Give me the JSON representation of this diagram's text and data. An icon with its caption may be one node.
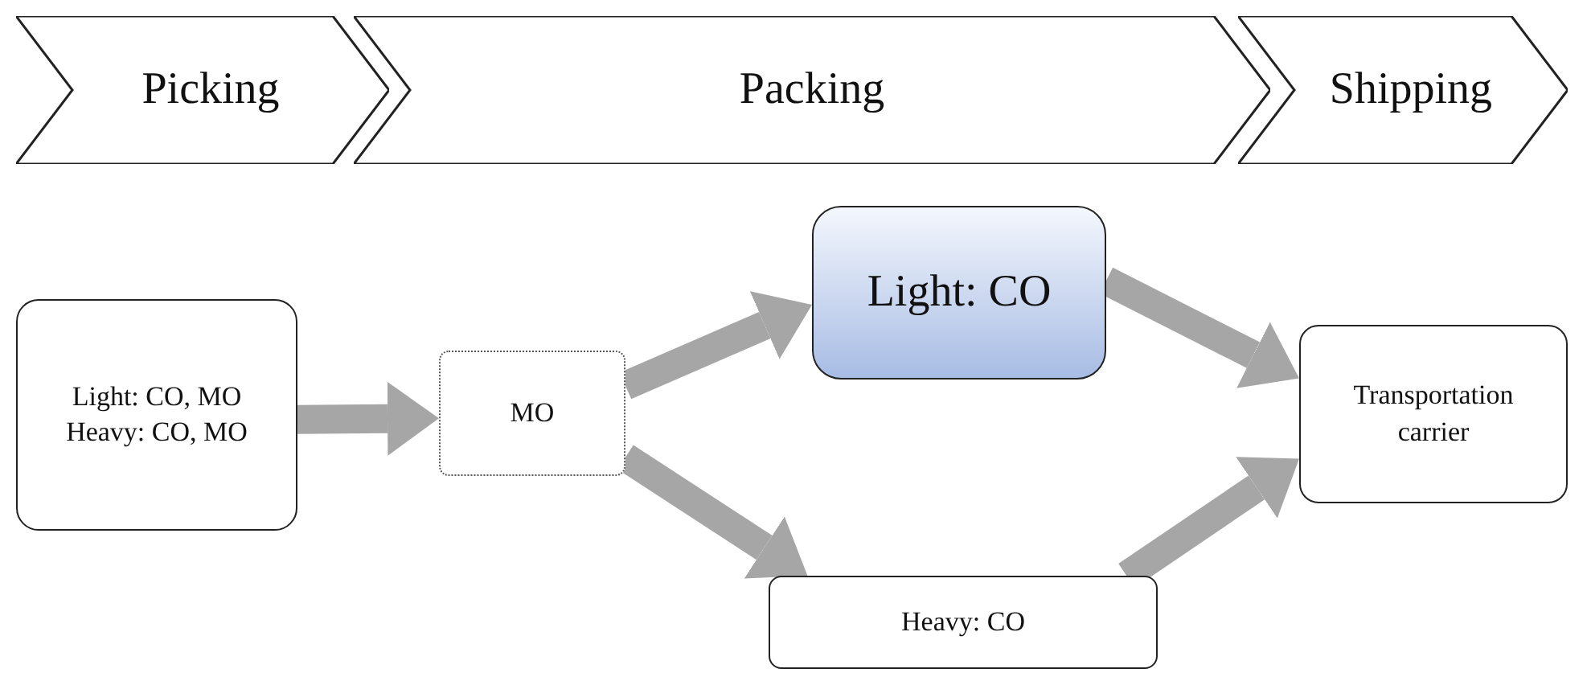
{
  "diagram": {
    "nodes": [
      {
        "text": [
          "Picking"
        ]
      },
      {
        "text": [
          "Packing"
        ]
      },
      {
        "text": [
          "Shipping"
        ]
      },
      {
        "text": [
          "Light: CO, MO",
          "Heavy: CO, MO"
        ]
      },
      {
        "text": [
          "MO"
        ]
      },
      {
        "text": [
          "Light: CO"
        ]
      },
      {
        "text": [
          "Heavy: CO"
        ]
      },
      {
        "text": [
          "Transportation carrier"
        ]
      }
    ],
    "edges": [
      {
        "from": 3,
        "to": 4,
        "arrow": "to"
      },
      {
        "from": 4,
        "to": 5,
        "arrow": "to"
      },
      {
        "from": 4,
        "to": 6,
        "arrow": "to"
      },
      {
        "from": 5,
        "to": 7,
        "arrow": "to"
      },
      {
        "from": 6,
        "to": 7,
        "arrow": "to"
      }
    ]
  }
}
